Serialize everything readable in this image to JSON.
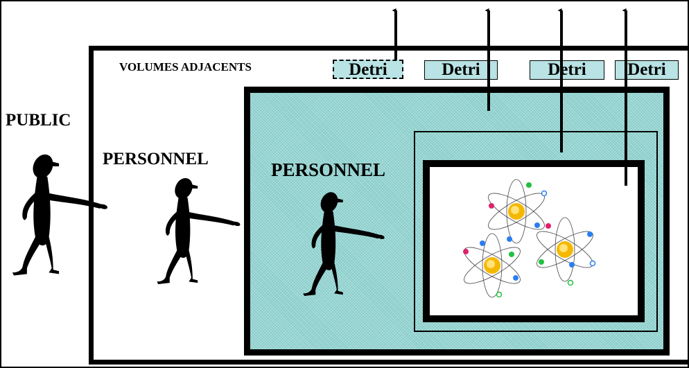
{
  "labels": {
    "public": "PUBLIC",
    "personnel_1": "PERSONNEL",
    "personnel_2": "PERSONNEL",
    "adjacent_volumes": "VOLUMES ADJACENTS"
  },
  "detri_boxes": [
    "Detri",
    "Detri",
    "Detri",
    "Detri"
  ],
  "colors": {
    "controlled_zone_fill": "#8fd4d1",
    "detri_fill": "#b9e3e4",
    "outline": "#000000"
  },
  "icons": [
    "person-pointing-icon",
    "atom-icon",
    "arrow-up-icon"
  ]
}
